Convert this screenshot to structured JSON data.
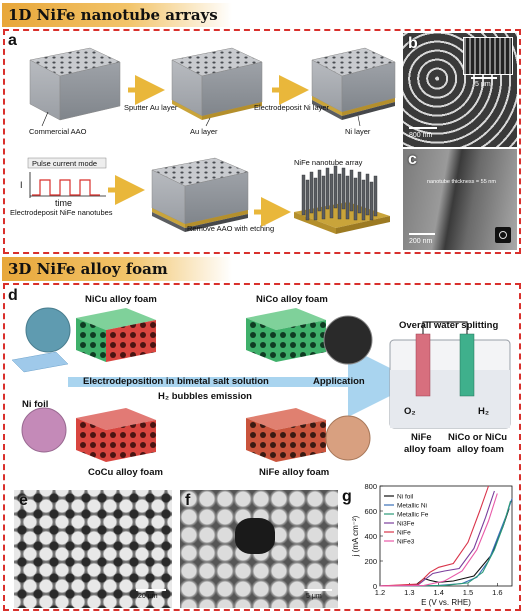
{
  "section1": {
    "title": "1D NiFe nanotube arrays",
    "panel_a": "a",
    "panel_b": "b",
    "panel_c": "c",
    "labels": {
      "commercial_aao": "Commercial AAO",
      "sputter": "Sputter Au layer",
      "au_layer": "Au layer",
      "electrodeposit_ni": "Electrodeposit Ni layer",
      "ni_layer": "Ni layer",
      "pulse_mode": "Pulse current mode",
      "i_axis": "I",
      "time_axis": "time",
      "electrodeposit_nife": "Electrodeposit NiFe nanotubes",
      "remove_aao": "Remove AAO with etching",
      "nife_array": "NiFe nanotube array"
    },
    "scale_b1": "5 μm",
    "scale_b2": "800 nm",
    "scale_c1": "nanotube thickness = 55 nm",
    "scale_c2": "200 nm"
  },
  "section2": {
    "title": "3D NiFe alloy foam",
    "panel_d": "d",
    "panel_e": "e",
    "panel_f": "f",
    "panel_g": "g",
    "labels": {
      "nicu": "NiCu alloy foam",
      "nico": "NiCo alloy foam",
      "cocu": "CoCu alloy foam",
      "nife": "NiFe alloy foam",
      "electrodeposition": "Electrodeposition in bimetal salt solution",
      "application": "Application",
      "h2_bubbles": "H₂ bubbles emission",
      "ni_foil": "Ni foil",
      "water_splitting": "Overall water splitting",
      "o2": "O₂",
      "h2": "H₂",
      "nife_cell_1": "NiFe",
      "nife_cell_2": "alloy foam",
      "nico_cell_1": "NiCo or NiCu",
      "nico_cell_2": "alloy foam"
    },
    "scale_e": "20 μm",
    "scale_f": "5 μm"
  },
  "chart_data": {
    "type": "line",
    "xlabel": "E (V vs. RHE)",
    "ylabel": "j (mA cm⁻²)",
    "xlim": [
      1.2,
      1.65
    ],
    "ylim": [
      0,
      800
    ],
    "xticks": [
      "1.2",
      "1.3",
      "1.4",
      "1.5",
      "1.6"
    ],
    "yticks": [
      "0",
      "200",
      "400",
      "600",
      "800"
    ],
    "legend_position": "top-left",
    "series": [
      {
        "name": "Ni foil",
        "color": "#111111",
        "x": [
          1.2,
          1.32,
          1.35,
          1.37,
          1.4,
          1.45,
          1.52,
          1.58,
          1.62,
          1.64
        ],
        "y": [
          0,
          5,
          60,
          45,
          30,
          40,
          80,
          250,
          480,
          620
        ]
      },
      {
        "name": "Metallic Ni",
        "color": "#3a6fb8",
        "x": [
          1.2,
          1.4,
          1.48,
          1.53,
          1.57,
          1.6,
          1.63,
          1.65
        ],
        "y": [
          0,
          5,
          20,
          70,
          200,
          380,
          560,
          700
        ]
      },
      {
        "name": "Metallic Fe",
        "color": "#2a9a78",
        "x": [
          1.2,
          1.42,
          1.5,
          1.55,
          1.59,
          1.62,
          1.645
        ],
        "y": [
          0,
          5,
          25,
          110,
          290,
          480,
          680
        ]
      },
      {
        "name": "Ni3Fe",
        "color": "#7a3e9c",
        "x": [
          1.2,
          1.33,
          1.38,
          1.42,
          1.47,
          1.52,
          1.56,
          1.59
        ],
        "y": [
          0,
          10,
          100,
          120,
          140,
          300,
          550,
          760
        ]
      },
      {
        "name": "NiFe",
        "color": "#d9344a",
        "x": [
          1.2,
          1.33,
          1.37,
          1.4,
          1.45,
          1.5,
          1.54,
          1.57
        ],
        "y": [
          0,
          15,
          110,
          150,
          180,
          350,
          600,
          800
        ]
      },
      {
        "name": "NiFe3",
        "color": "#e85aa8",
        "x": [
          1.2,
          1.35,
          1.42,
          1.48,
          1.53,
          1.57,
          1.6
        ],
        "y": [
          0,
          5,
          40,
          120,
          290,
          520,
          740
        ]
      }
    ]
  }
}
